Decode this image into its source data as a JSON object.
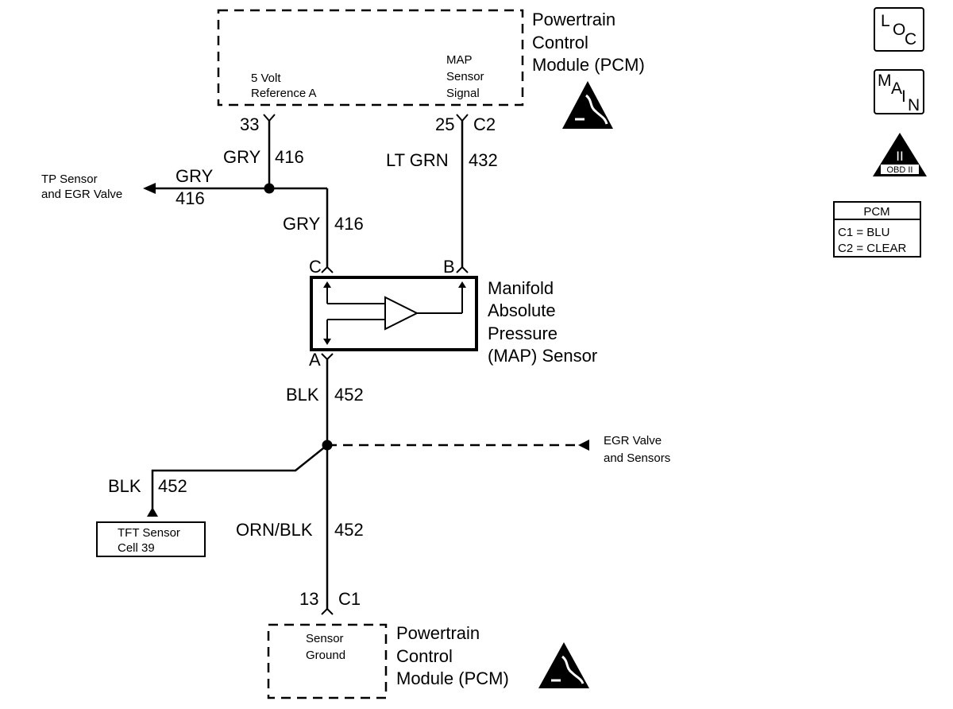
{
  "pcm_top": {
    "title_lines": [
      "Powertrain",
      "Control",
      "Module (PCM)"
    ],
    "pin_a_label_lines": [
      "5 Volt",
      "Reference A"
    ],
    "pin_b_label_lines": [
      "MAP",
      "Sensor",
      "Signal"
    ],
    "pin_a_number": "33",
    "pin_b_number": "25",
    "pin_b_connector": "C2"
  },
  "pcm_bottom": {
    "title_lines": [
      "Powertrain",
      "Control",
      "Module (PCM)"
    ],
    "label_lines": [
      "Sensor",
      "Ground"
    ],
    "pin_number": "13",
    "connector": "C1"
  },
  "wires": {
    "gry_416_top": {
      "color": "GRY",
      "circuit": "416"
    },
    "lt_grn_432": {
      "color": "LT GRN",
      "circuit": "432"
    },
    "gry_416_branch": {
      "color": "GRY",
      "circuit": "416"
    },
    "gry_416_lower": {
      "color": "GRY",
      "circuit": "416"
    },
    "blk_452_main": {
      "color": "BLK",
      "circuit": "452"
    },
    "blk_452_branch": {
      "color": "BLK",
      "circuit": "452"
    },
    "orn_blk_452": {
      "color": "ORN/BLK",
      "circuit": "452"
    }
  },
  "destinations": {
    "tp_sensor_lines": [
      "TP Sensor",
      "and EGR Valve"
    ],
    "egr_valve_lines": [
      "EGR Valve",
      "and Sensors"
    ],
    "tft_sensor_lines": [
      "TFT Sensor",
      "Cell 39"
    ]
  },
  "map_sensor": {
    "title_lines": [
      "Manifold",
      "Absolute",
      "Pressure",
      "(MAP) Sensor"
    ],
    "pin_c": "C",
    "pin_b": "B",
    "pin_a": "A"
  },
  "legend": {
    "loc_letters": [
      "L",
      "O",
      "C"
    ],
    "main_letters": [
      "M",
      "A",
      "I",
      "N"
    ],
    "obd_roman": "II",
    "obd_text": "OBD II",
    "pcm_table": {
      "header": "PCM",
      "rows": [
        "C1 = BLU",
        "C2 = CLEAR"
      ]
    }
  }
}
